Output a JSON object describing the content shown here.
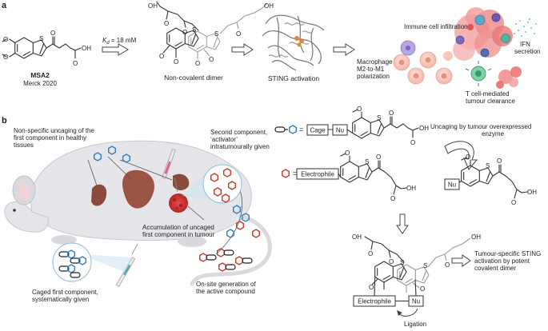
{
  "panel_a": {
    "label": "a",
    "compound_name": "MSA2",
    "compound_source": "Merck 2020",
    "kd_label": "K",
    "kd_sub": "d",
    "kd_value": " = 18 mM",
    "dimer_caption": "Non-covalent dimer",
    "sting_caption": "STING activation",
    "immune_label": "Immune cell infiltration",
    "ifn_label_1": "IFN",
    "ifn_label_2": "secretion",
    "macrophage_1": "Macrophage",
    "macrophage_2": "M2-to-M1",
    "macrophage_3": "polarization",
    "tcell_1": "T cell-mediated",
    "tcell_2": "tumour clearance",
    "atom_S": "S",
    "atom_O": "O",
    "atom_OH": "OH"
  },
  "panel_b": {
    "label": "b",
    "nonspecific_1": "Non-specific uncaging of the",
    "nonspecific_2": "first component in healthy",
    "nonspecific_3": "tissues",
    "second_1": "Second component,",
    "second_2": "‘activator’",
    "second_3": "intratumourally given",
    "accum_1": "Accumulation of uncaged",
    "accum_2": "first component in tumour",
    "caged_1": "Caged first component,",
    "caged_2": "systematically given",
    "onsite_1": "On-site generation of",
    "onsite_2": "the active compound",
    "cage_label": "Cage",
    "nu_label": "Nu",
    "electrophile_label": "Electrophile",
    "uncaging_1": "Uncaging by tumour overexpressed",
    "uncaging_2": "enzyme",
    "specific_1": "Tumour-specific STING",
    "specific_2": "activation by potent",
    "specific_3": "covalent dimer",
    "ligation_label": "Ligation"
  },
  "colors": {
    "blue": "#2e7fc0",
    "red": "#c0392b",
    "tumour": "#d43a3a",
    "mouse": "#e6e6ea",
    "organ": "#8a4a3c",
    "bubble": "#cfe3f3"
  }
}
